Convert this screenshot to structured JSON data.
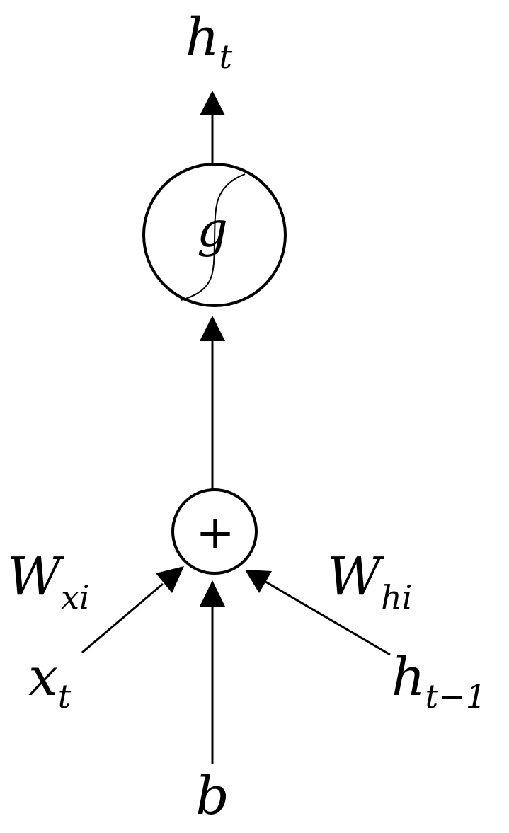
{
  "labels": {
    "output": {
      "base": "h",
      "sub": "t"
    },
    "activation": "g",
    "sum_node": "+",
    "input_weight": {
      "base": "W",
      "sub": "xi"
    },
    "hidden_weight": {
      "base": "W",
      "sub": "hi"
    },
    "input": {
      "base": "x",
      "sub": "t"
    },
    "prev_hidden": {
      "base": "h",
      "sub": "t−1"
    },
    "bias": "b"
  },
  "colors": {
    "stroke": "#000000",
    "background": "#ffffff"
  }
}
